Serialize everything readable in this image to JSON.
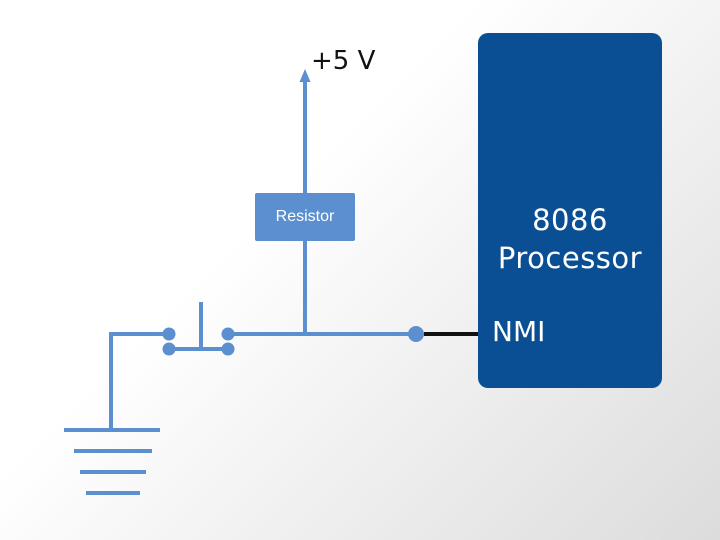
{
  "supply_label": "+5 V",
  "resistor_label": "Resistor",
  "processor_label": [
    "8086",
    "Processor"
  ],
  "pin_label": "NMI",
  "colors": {
    "wire": "#5b8fd0",
    "processor": "#0a4f93",
    "nmi_wire": "#111111",
    "label_dark": "#111111",
    "label_light": "#ffffff"
  }
}
